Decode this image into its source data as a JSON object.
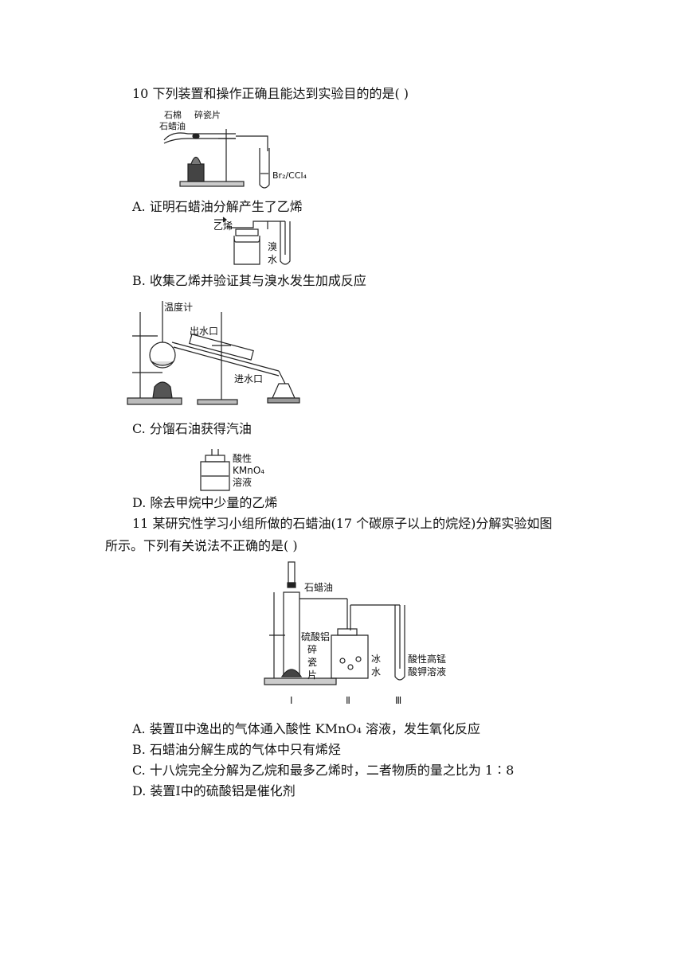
{
  "q10": {
    "stem": "10  下列装置和操作正确且能达到实验目的的是(        )",
    "fig_a_labels": {
      "asbestos": "石棉",
      "paraffin": "石蜡油",
      "porcelain": "碎瓷片",
      "reagent": "Br₂/CCl₄"
    },
    "option_a": "A.  证明石蜡油分解产生了乙烯",
    "fig_b_labels": {
      "ethylene": "乙烯",
      "bromine_water_1": "溴",
      "bromine_water_2": "水"
    },
    "option_b": "B.  收集乙烯并验证其与溴水发生加成反应",
    "fig_c_labels": {
      "thermometer": "温度计",
      "water_out": "出水口",
      "water_in": "进水口"
    },
    "option_c": "C.  分馏石油获得汽油",
    "fig_d_labels": {
      "line1": "酸性",
      "line2": "KMnO₄",
      "line3": "溶液"
    },
    "option_d": "D.  除去甲烷中少量的乙烯"
  },
  "q11": {
    "stem_line1": "11  某研究性学习小组所做的石蜡油(17 个碳原子以上的烷烃)分解实验如图",
    "stem_line2": "所示。下列有关说法不正确的是(        )",
    "fig_labels": {
      "paraffin": "石蜡油",
      "al_sulfate": "硫酸铝",
      "porcelain_1": "碎",
      "porcelain_2": "瓷",
      "porcelain_3": "片",
      "ice_1": "冰",
      "ice_2": "水",
      "kmno4_1": "酸性高锰",
      "kmno4_2": "酸钾溶液",
      "label_1": "Ⅰ",
      "label_2": "Ⅱ",
      "label_3": "Ⅲ"
    },
    "option_a": "A.  装置Ⅱ中逸出的气体通入酸性 KMnO₄ 溶液，发生氧化反应",
    "option_b": "B.  石蜡油分解生成的气体中只有烯烃",
    "option_c": "C.  十八烷完全分解为乙烷和最多乙烯时，二者物质的量之比为 1∶8",
    "option_d": "D.  装置Ⅰ中的硫酸铝是催化剂"
  }
}
